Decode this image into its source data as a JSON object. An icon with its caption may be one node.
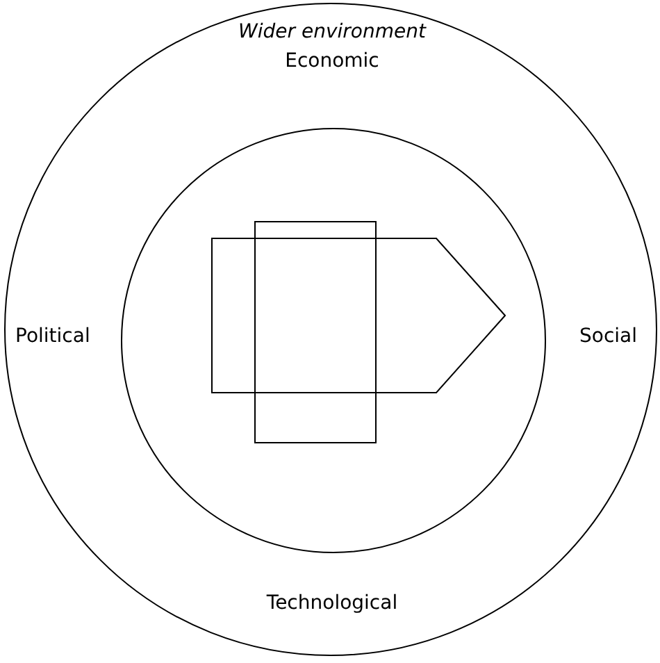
{
  "diagram": {
    "nodes": [
      {
        "text": [
          "Wider environment",
          "Economic",
          "Political",
          "Social",
          "Technological"
        ]
      },
      {
        "text": [],
        "shape": "circle",
        "in": 0
      },
      {
        "text": [],
        "shape": "box",
        "in": 1
      },
      {
        "text": [],
        "shape": "pentagon",
        "in": 1
      }
    ]
  }
}
